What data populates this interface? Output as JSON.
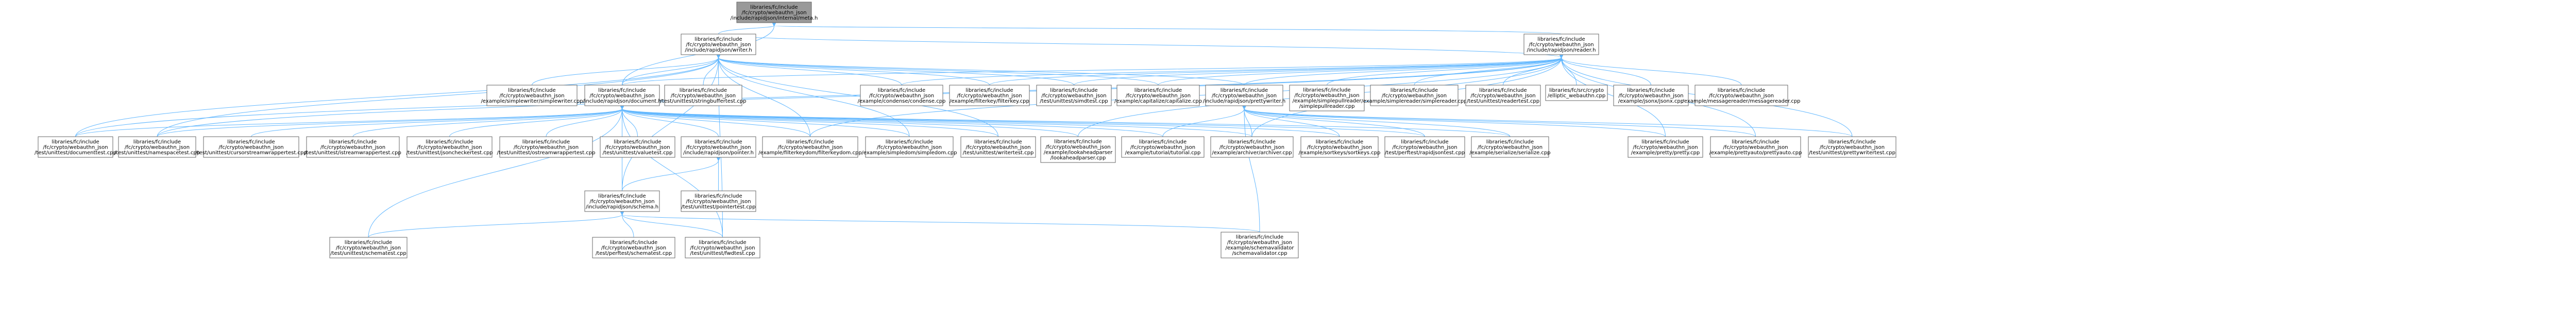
{
  "graph": {
    "nodes": [
      {
        "id": "root",
        "lines": [
          "libraries/fc/include",
          "/fc/crypto/webauthn_json",
          "/include/rapidjson/internal/meta.h"
        ],
        "root": true
      },
      {
        "id": "writer",
        "lines": [
          "libraries/fc/include",
          "/fc/crypto/webauthn_json",
          "/include/rapidjson/writer.h"
        ]
      },
      {
        "id": "reader",
        "lines": [
          "libraries/fc/include",
          "/fc/crypto/webauthn_json",
          "/include/rapidjson/reader.h"
        ]
      },
      {
        "id": "simplewriter",
        "lines": [
          "libraries/fc/include",
          "/fc/crypto/webauthn_json",
          "/example/simplewriter/simplewriter.cpp"
        ]
      },
      {
        "id": "document",
        "lines": [
          "libraries/fc/include",
          "/fc/crypto/webauthn_json",
          "/include/rapidjson/document.h"
        ]
      },
      {
        "id": "stringbuffertest",
        "lines": [
          "libraries/fc/include",
          "/fc/crypto/webauthn_json",
          "/test/unittest/stringbuffertest.cpp"
        ]
      },
      {
        "id": "condense",
        "lines": [
          "libraries/fc/include",
          "/fc/crypto/webauthn_json",
          "/example/condense/condense.cpp"
        ]
      },
      {
        "id": "filterkey",
        "lines": [
          "libraries/fc/include",
          "/fc/crypto/webauthn_json",
          "/example/filterkey/filterkey.cpp"
        ]
      },
      {
        "id": "simdtest",
        "lines": [
          "libraries/fc/include",
          "/fc/crypto/webauthn_json",
          "/test/unittest/simdtest.cpp"
        ]
      },
      {
        "id": "capitalize",
        "lines": [
          "libraries/fc/include",
          "/fc/crypto/webauthn_json",
          "/example/capitalize/capitalize.cpp"
        ]
      },
      {
        "id": "prettywriter",
        "lines": [
          "libraries/fc/include",
          "/fc/crypto/webauthn_json",
          "/include/rapidjson/prettywriter.h"
        ]
      },
      {
        "id": "simplereader_top",
        "lines": [
          "libraries/fc/include",
          "/fc/crypto/webauthn_json",
          "/example/simplepullreader",
          "/simplepullreader.cpp"
        ]
      },
      {
        "id": "simplereader",
        "lines": [
          "libraries/fc/include",
          "/fc/crypto/webauthn_json",
          "/example/simplereader/simplereader.cpp"
        ]
      },
      {
        "id": "readertest",
        "lines": [
          "libraries/fc/include",
          "/fc/crypto/webauthn_json",
          "/test/unittest/readertest.cpp"
        ]
      },
      {
        "id": "webauthn",
        "lines": [
          "libraries/fc/src/crypto",
          "/elliptic_webauthn.cpp"
        ]
      },
      {
        "id": "jsonx",
        "lines": [
          "libraries/fc/include",
          "/fc/crypto/webauthn_json",
          "/example/jsonx/jsonx.cpp"
        ]
      },
      {
        "id": "messagereader",
        "lines": [
          "libraries/fc/include",
          "/fc/crypto/webauthn_json",
          "/example/messagereader/messagereader.cpp"
        ]
      },
      {
        "id": "documenttest",
        "lines": [
          "libraries/fc/include",
          "/fc/crypto/webauthn_json",
          "/test/unittest/documenttest.cpp"
        ]
      },
      {
        "id": "namespacetest",
        "lines": [
          "libraries/fc/include",
          "/fc/crypto/webauthn_json",
          "/test/unittest/namespacetest.cpp"
        ]
      },
      {
        "id": "cursorstream",
        "lines": [
          "libraries/fc/include",
          "/fc/crypto/webauthn_json",
          "/test/unittest/cursorstreamwrappertest.cpp"
        ]
      },
      {
        "id": "istream",
        "lines": [
          "libraries/fc/include",
          "/fc/crypto/webauthn_json",
          "/test/unittest/istreamwrappertest.cpp"
        ]
      },
      {
        "id": "jsoncheck",
        "lines": [
          "libraries/fc/include",
          "/fc/crypto/webauthn_json",
          "/test/unittest/jsoncheckertest.cpp"
        ]
      },
      {
        "id": "ostream",
        "lines": [
          "libraries/fc/include",
          "/fc/crypto/webauthn_json",
          "/test/unittest/ostreamwrappertest.cpp"
        ]
      },
      {
        "id": "valuetest",
        "lines": [
          "libraries/fc/include",
          "/fc/crypto/webauthn_json",
          "/test/unittest/valuetest.cpp"
        ]
      },
      {
        "id": "pointer",
        "lines": [
          "libraries/fc/include",
          "/fc/crypto/webauthn_json",
          "/include/rapidjson/pointer.h"
        ]
      },
      {
        "id": "filterkeydom",
        "lines": [
          "libraries/fc/include",
          "/fc/crypto/webauthn_json",
          "/example/filterkeydom/filterkeydom.cpp"
        ]
      },
      {
        "id": "simpledom",
        "lines": [
          "libraries/fc/include",
          "/fc/crypto/webauthn_json",
          "/example/simpledom/simpledom.cpp"
        ]
      },
      {
        "id": "writertest",
        "lines": [
          "libraries/fc/include",
          "/fc/crypto/webauthn_json",
          "/test/unittest/writertest.cpp"
        ]
      },
      {
        "id": "lookaheadparser",
        "lines": [
          "libraries/fc/include",
          "/fc/crypto/webauthn_json",
          "/example/lookaheadparser",
          "/lookaheadparser.cpp"
        ]
      },
      {
        "id": "tutorial",
        "lines": [
          "libraries/fc/include",
          "/fc/crypto/webauthn_json",
          "/example/tutorial/tutorial.cpp"
        ]
      },
      {
        "id": "archiver",
        "lines": [
          "libraries/fc/include",
          "/fc/crypto/webauthn_json",
          "/example/archiver/archiver.cpp"
        ]
      },
      {
        "id": "sortkeys",
        "lines": [
          "libraries/fc/include",
          "/fc/crypto/webauthn_json",
          "/example/sortkeys/sortkeys.cpp"
        ]
      },
      {
        "id": "perftest",
        "lines": [
          "libraries/fc/include",
          "/fc/crypto/webauthn_json",
          "/test/perftest/rapidjsontest.cpp"
        ]
      },
      {
        "id": "serialize",
        "lines": [
          "libraries/fc/include",
          "/fc/crypto/webauthn_json",
          "/example/serialize/serialize.cpp"
        ]
      },
      {
        "id": "pretty",
        "lines": [
          "libraries/fc/include",
          "/fc/crypto/webauthn_json",
          "/example/pretty/pretty.cpp"
        ]
      },
      {
        "id": "prettyauto",
        "lines": [
          "libraries/fc/include",
          "/fc/crypto/webauthn_json",
          "/example/prettyauto/prettyauto.cpp"
        ]
      },
      {
        "id": "prettywritertest",
        "lines": [
          "libraries/fc/include",
          "/fc/crypto/webauthn_json",
          "/test/unittest/prettywritertest.cpp"
        ]
      },
      {
        "id": "schema",
        "lines": [
          "libraries/fc/include",
          "/fc/crypto/webauthn_json",
          "/include/rapidjson/schema.h"
        ]
      },
      {
        "id": "pointertest",
        "lines": [
          "libraries/fc/include",
          "/fc/crypto/webauthn_json",
          "/test/unittest/pointertest.cpp"
        ]
      },
      {
        "id": "schematest",
        "lines": [
          "libraries/fc/include",
          "/fc/crypto/webauthn_json",
          "/test/unittest/schematest.cpp"
        ]
      },
      {
        "id": "perfschematest",
        "lines": [
          "libraries/fc/include",
          "/fc/crypto/webauthn_json",
          "/test/perftest/schematest.cpp"
        ]
      },
      {
        "id": "fwdtest",
        "lines": [
          "libraries/fc/include",
          "/fc/crypto/webauthn_json",
          "/test/unittest/fwdtest.cpp"
        ]
      },
      {
        "id": "schemavalidator",
        "lines": [
          "libraries/fc/include",
          "/fc/crypto/webauthn_json",
          "/example/schemavalidator",
          "/schemavalidator.cpp"
        ]
      }
    ]
  }
}
